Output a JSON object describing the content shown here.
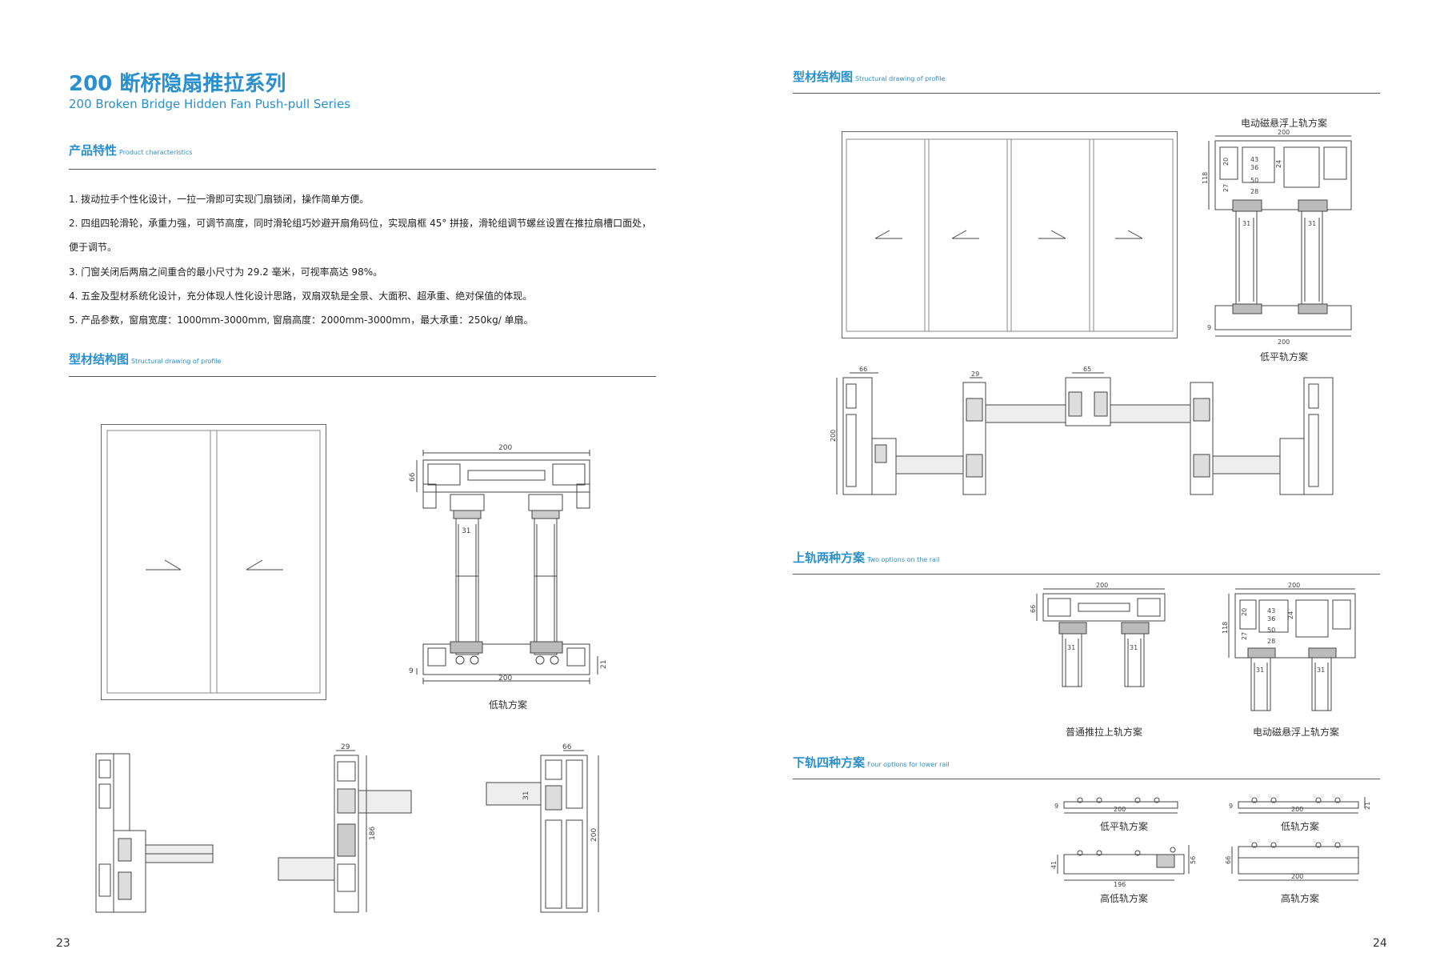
{
  "header": {
    "title_cn": "200 断桥隐扇推拉系列",
    "title_en": "200 Broken Bridge Hidden Fan Push-pull Series"
  },
  "left": {
    "features_section": {
      "cn": "产品特性",
      "en": "Product characteristics"
    },
    "features": [
      "1. 拨动拉手个性化设计，一拉一滑即可实现门扇锁闭，操作简单方便。",
      "2. 四组四轮滑轮，承重力强，可调节高度，同时滑轮组巧妙避开扇角码位，实现扇框 45° 拼接，滑轮组调节螺丝设置在推拉扇槽口面处，",
      "便于调节。",
      "3. 门窗关闭后两扇之间重合的最小尺寸为 29.2 毫米，可视率高达 98%。",
      "4. 五金及型材系统化设计，充分体现人性化设计思路，双扇双轨是全景、大面积、超承重、绝对保值的体现。",
      "5. 产品参数，窗扇宽度：1000mm-3000mm, 窗扇高度：2000mm-3000mm，最大承重：250kg/ 单扇。"
    ],
    "profile_section": {
      "cn": "型材结构图",
      "en": "Structural drawing of profile"
    },
    "section_caption": "低轨方案",
    "dims": {
      "w200": "200",
      "w200b": "200",
      "h66": "66",
      "d31": "31",
      "d9": "9",
      "d21": "21",
      "d29": "29",
      "d186": "186",
      "d66b": "66",
      "d200v": "200",
      "d31b": "31"
    },
    "page_number": "23"
  },
  "right": {
    "profile_section": {
      "cn": "型材结构图",
      "en": "Structural drawing of profile"
    },
    "maglev_caption": "电动磁悬浮上轨方案",
    "lowflat_caption": "低平轨方案",
    "dims_top": {
      "w200": "200",
      "h118": "118",
      "d20": "20",
      "d43": "43",
      "d36": "36",
      "d24": "24",
      "d50": "50",
      "d27": "27",
      "d28": "28",
      "d31a": "31",
      "d31b": "31",
      "d9": "9",
      "w200b": "200"
    },
    "dims_plan": {
      "d66": "66",
      "d29": "29",
      "d65": "65",
      "d200": "200"
    },
    "rail_section": {
      "cn": "上轨两种方案",
      "en": "Two options on the rail"
    },
    "rail_dims": {
      "w200a": "200",
      "h66": "66",
      "d31a": "31",
      "d31b": "31",
      "w200b": "200",
      "h118": "118",
      "d20": "20",
      "d43": "43",
      "d36": "36",
      "d24": "24",
      "d50": "50",
      "d27": "27",
      "d28": "28",
      "d31c": "31",
      "d31d": "31"
    },
    "rail_captions": [
      "普通推拉上轨方案",
      "电动磁悬浮上轨方案"
    ],
    "lower_section": {
      "cn": "下轨四种方案",
      "en": "Four options for lower rail"
    },
    "lower_dims": {
      "d9a": "9",
      "w200a": "200",
      "d9b": "9",
      "w200b": "200",
      "d21": "21",
      "d41": "41",
      "w196": "196",
      "d56": "56",
      "d66": "66",
      "w200c": "200"
    },
    "lower_captions": [
      "低平轨方案",
      "低轨方案",
      "高低轨方案",
      "高轨方案"
    ],
    "page_number": "24"
  }
}
